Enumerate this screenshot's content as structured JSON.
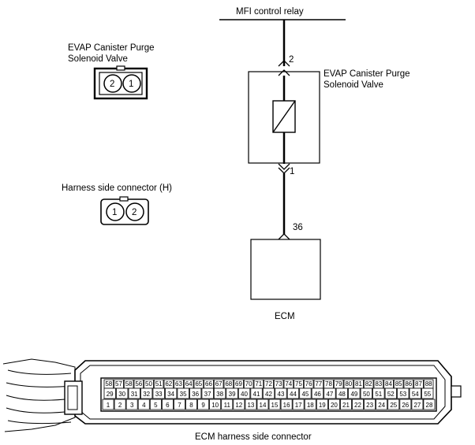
{
  "relay_label": "MFI control relay",
  "valve_label_line1": "EVAP Canister Purge",
  "valve_label_line2": "Solenoid Valve",
  "valve_pin_top": "2",
  "valve_pin_bottom": "1",
  "ecm_pin": "36",
  "ecm_label": "ECM",
  "component_title_line1": "EVAP Canister Purge",
  "component_title_line2": "Solenoid Valve",
  "component_pins": [
    "2",
    "1"
  ],
  "harness_title": "Harness side connector (H)",
  "harness_pins": [
    "1",
    "2"
  ],
  "ecm_connector_label": "ECM harness side connector",
  "ecm_connector_rows": {
    "top": [
      "58",
      "57",
      "58",
      "56",
      "50",
      "51",
      "62",
      "63",
      "64",
      "65",
      "66",
      "67",
      "68",
      "69",
      "70",
      "71",
      "72",
      "73",
      "74",
      "75",
      "76",
      "77",
      "78",
      "79",
      "80",
      "81",
      "82",
      "83",
      "84",
      "85",
      "86",
      "87",
      "88"
    ],
    "middle": [
      "29",
      "30",
      "31",
      "32",
      "33",
      "34",
      "35",
      "36",
      "37",
      "38",
      "39",
      "40",
      "41",
      "42",
      "43",
      "44",
      "45",
      "46",
      "47",
      "48",
      "49",
      "50",
      "51",
      "52",
      "53",
      "54",
      "55"
    ],
    "bottom": [
      "1",
      "2",
      "3",
      "4",
      "5",
      "6",
      "7",
      "8",
      "9",
      "10",
      "11",
      "12",
      "13",
      "14",
      "15",
      "16",
      "17",
      "18",
      "19",
      "20",
      "21",
      "22",
      "23",
      "24",
      "25",
      "26",
      "27",
      "28"
    ]
  }
}
